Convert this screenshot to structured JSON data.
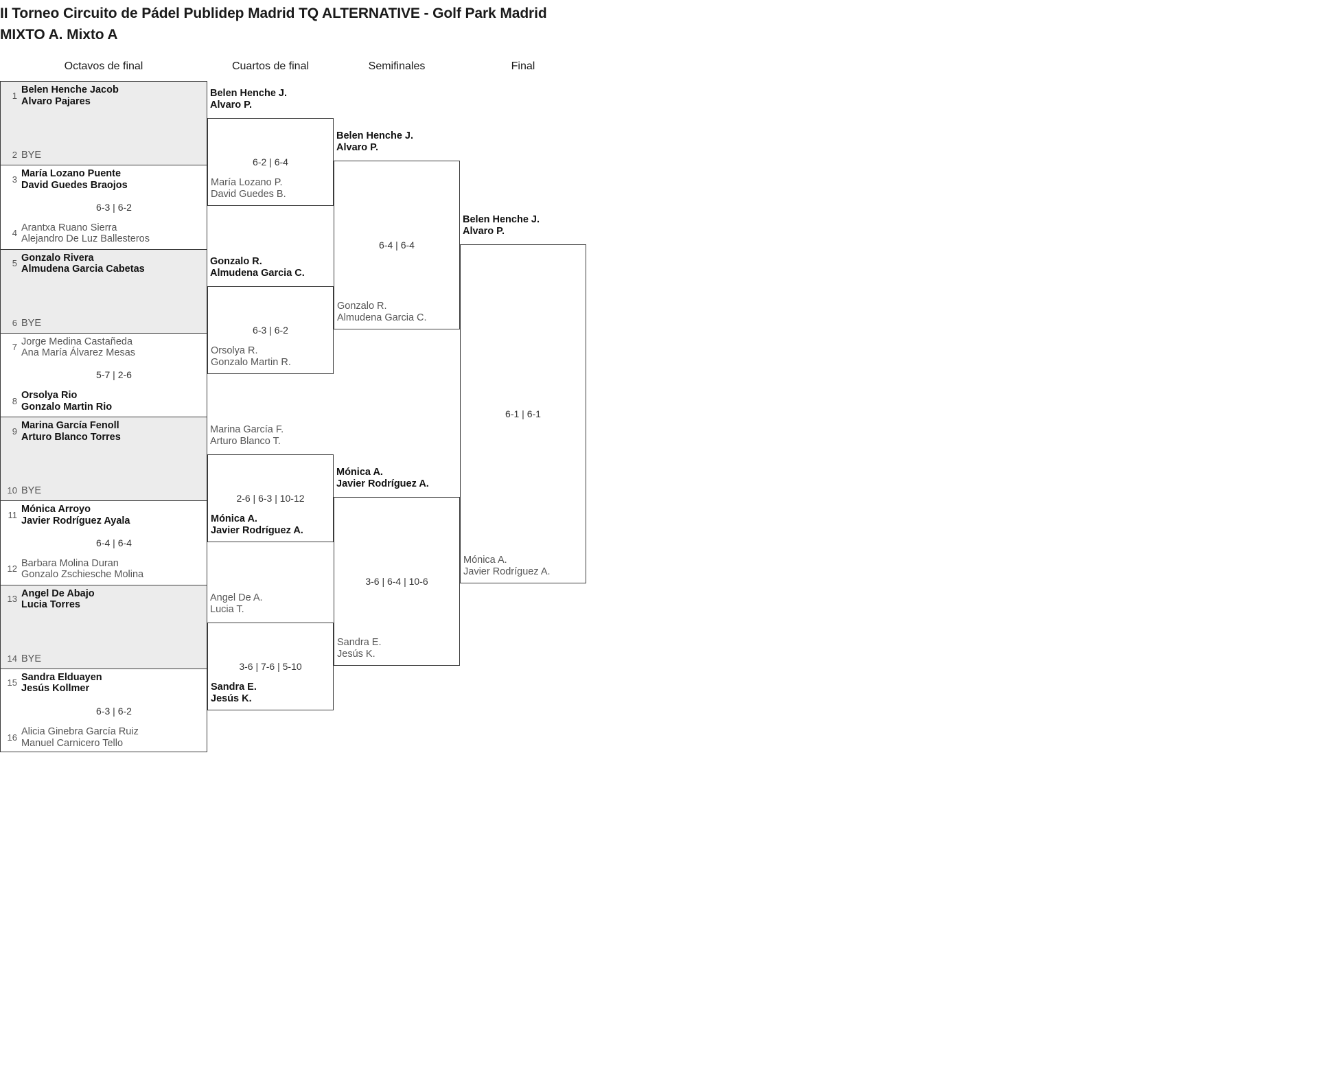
{
  "title": {
    "line1": "II Torneo Circuito de Pádel Publidep Madrid TQ ALTERNATIVE - Golf Park Madrid",
    "line2": "MIXTO A. Mixto A"
  },
  "rounds": [
    {
      "label": "Octavos de final"
    },
    {
      "label": "Cuartos de final"
    },
    {
      "label": "Semifinales"
    },
    {
      "label": "Final"
    }
  ],
  "bye_label": "BYE",
  "colors": {
    "winner": "#121212",
    "loser": "#555555",
    "shade": "#ececec",
    "border": "#3a3a3a"
  },
  "round1": [
    {
      "shaded": true,
      "score": "",
      "top": {
        "seed": "1",
        "line1": "Belen Henche Jacob",
        "line2": "Alvaro Pajares",
        "result": "win"
      },
      "bottom": {
        "seed": "2",
        "line1": "BYE",
        "line2": "",
        "result": "bye"
      }
    },
    {
      "shaded": false,
      "score": "6-3 | 6-2",
      "top": {
        "seed": "3",
        "line1": "María Lozano Puente",
        "line2": "David Guedes Braojos",
        "result": "win"
      },
      "bottom": {
        "seed": "4",
        "line1": "Arantxa Ruano Sierra",
        "line2": "Alejandro De Luz Ballesteros",
        "result": "lose"
      }
    },
    {
      "shaded": true,
      "score": "",
      "top": {
        "seed": "5",
        "line1": "Gonzalo Rivera",
        "line2": "Almudena Garcia Cabetas",
        "result": "win"
      },
      "bottom": {
        "seed": "6",
        "line1": "BYE",
        "line2": "",
        "result": "bye"
      }
    },
    {
      "shaded": false,
      "score": "5-7 | 2-6",
      "top": {
        "seed": "7",
        "line1": "Jorge Medina Castañeda",
        "line2": "Ana María Álvarez Mesas",
        "result": "lose"
      },
      "bottom": {
        "seed": "8",
        "line1": "Orsolya Rio",
        "line2": "Gonzalo Martin Rio",
        "result": "win"
      }
    },
    {
      "shaded": true,
      "score": "",
      "top": {
        "seed": "9",
        "line1": "Marina García Fenoll",
        "line2": "Arturo Blanco Torres",
        "result": "win"
      },
      "bottom": {
        "seed": "10",
        "line1": "BYE",
        "line2": "",
        "result": "bye"
      }
    },
    {
      "shaded": false,
      "score": "6-4 | 6-4",
      "top": {
        "seed": "11",
        "line1": "Mónica Arroyo",
        "line2": "Javier Rodríguez Ayala",
        "result": "win"
      },
      "bottom": {
        "seed": "12",
        "line1": "Barbara Molina Duran",
        "line2": "Gonzalo Zschiesche Molina",
        "result": "lose"
      }
    },
    {
      "shaded": true,
      "score": "",
      "top": {
        "seed": "13",
        "line1": "Angel De Abajo",
        "line2": "Lucia Torres",
        "result": "win"
      },
      "bottom": {
        "seed": "14",
        "line1": "BYE",
        "line2": "",
        "result": "bye"
      }
    },
    {
      "shaded": false,
      "score": "6-3 | 6-2",
      "top": {
        "seed": "15",
        "line1": "Sandra Elduayen",
        "line2": "Jesús Kollmer",
        "result": "win"
      },
      "bottom": {
        "seed": "16",
        "line1": "Alicia Ginebra García Ruiz",
        "line2": "Manuel Carnicero Tello",
        "result": "lose"
      }
    }
  ],
  "quarterfinals": [
    {
      "score": "6-2 | 6-4",
      "winner": {
        "line1": "Belen Henche J.",
        "line2": "Alvaro P."
      },
      "loser": {
        "line1": "María Lozano P.",
        "line2": "David Guedes B."
      }
    },
    {
      "score": "6-3 | 6-2",
      "winner": {
        "line1": "Gonzalo R.",
        "line2": "Almudena Garcia C."
      },
      "loser": {
        "line1": "Orsolya R.",
        "line2": "Gonzalo Martin R."
      }
    },
    {
      "score": "2-6 | 6-3 | 10-12",
      "winner": {
        "line1": "Mónica A.",
        "line2": "Javier Rodríguez A."
      },
      "loser": {
        "line1": "Marina García F.",
        "line2": "Arturo Blanco T."
      }
    },
    {
      "score": "3-6 | 7-6 | 5-10",
      "winner": {
        "line1": "Sandra E.",
        "line2": "Jesús K."
      },
      "loser": {
        "line1": "Angel De A.",
        "line2": "Lucia T."
      }
    }
  ],
  "semifinals": [
    {
      "score": "6-4 | 6-4",
      "winner": {
        "line1": "Belen Henche J.",
        "line2": "Alvaro P."
      },
      "loser": {
        "line1": "Gonzalo R.",
        "line2": "Almudena Garcia C."
      }
    },
    {
      "score": "3-6 | 6-4 | 10-6",
      "winner": {
        "line1": "Mónica A.",
        "line2": "Javier Rodríguez A."
      },
      "loser": {
        "line1": "Sandra E.",
        "line2": "Jesús K."
      }
    }
  ],
  "final": {
    "score": "6-1 | 6-1",
    "winner": {
      "line1": "Belen Henche J.",
      "line2": "Alvaro P."
    },
    "loser": {
      "line1": "Mónica A.",
      "line2": "Javier Rodríguez A."
    }
  }
}
